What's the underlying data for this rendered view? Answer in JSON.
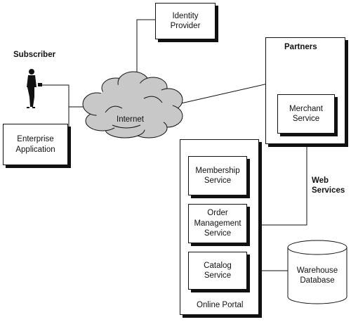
{
  "nodes": {
    "identity_provider": "Identity\nProvider",
    "subscriber": "Subscriber",
    "enterprise_application": "Enterprise\nApplication",
    "internet": "Internet",
    "partners": "Partners",
    "merchant_service": "Merchant\nService",
    "membership_service": "Membership\nService",
    "order_management_service": "Order\nManagement\nService",
    "catalog_service": "Catalog\nService",
    "online_portal": "Online Portal",
    "web_services": "Web\nServices",
    "warehouse_database": "Warehouse\nDatabase"
  },
  "icons": {
    "subscriber": "person-icon",
    "partners": "handshake-people-icon",
    "internet": "cloud-icon",
    "warehouse_database": "database-cylinder-icon"
  },
  "colors": {
    "line": "#111111",
    "fill": "#ffffff",
    "cloud_shade": "#c8c8c8"
  }
}
